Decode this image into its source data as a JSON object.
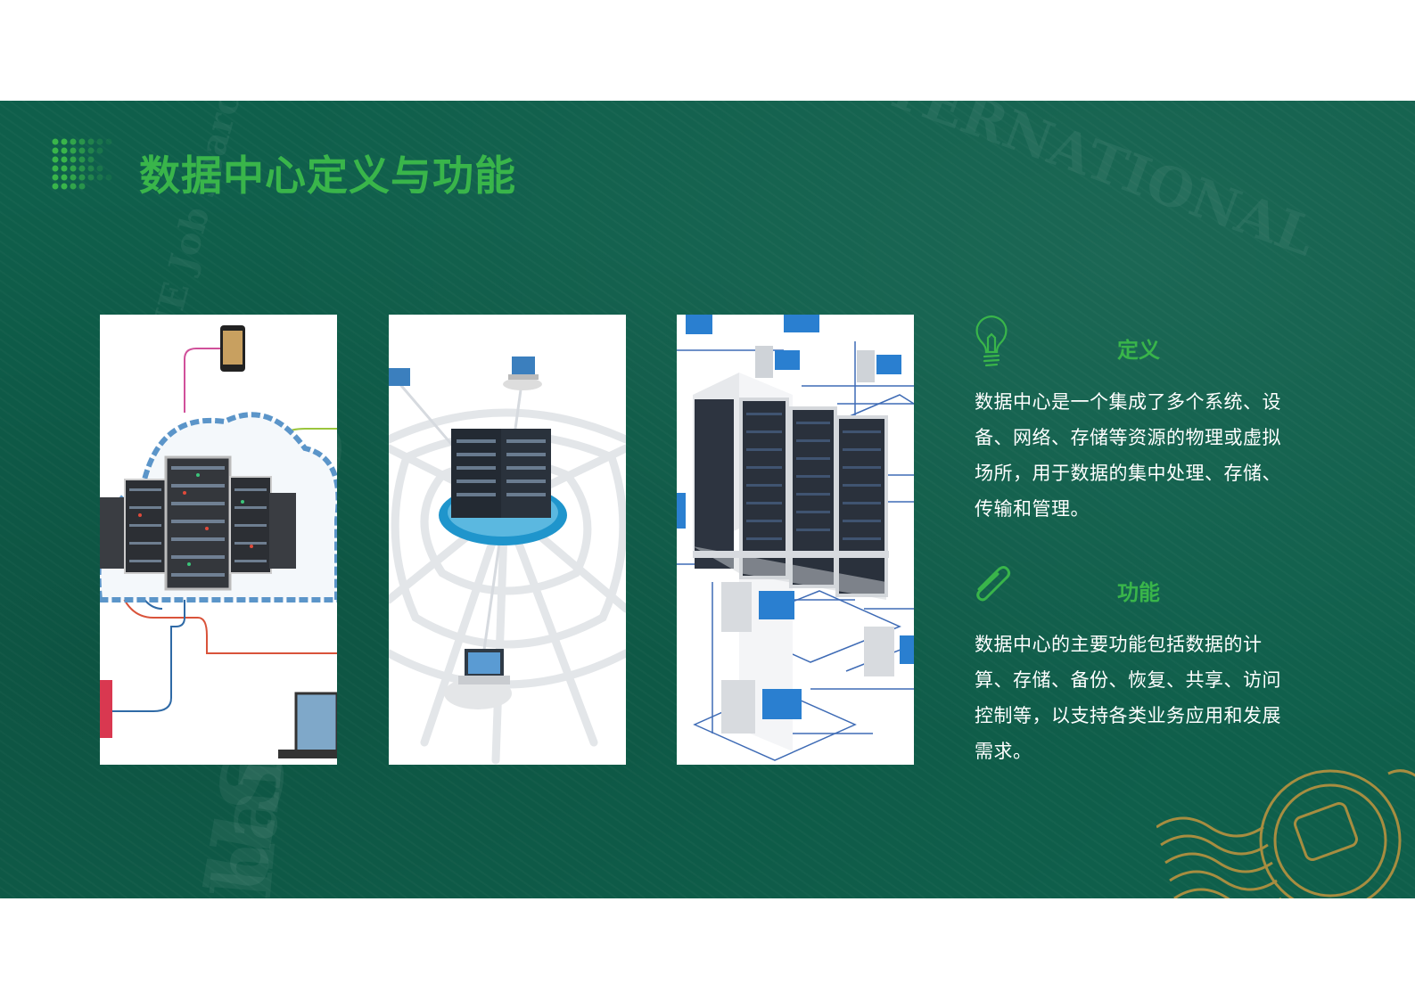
{
  "slide": {
    "title": "数据中心定义与功能",
    "colors": {
      "background": "#0f5f4b",
      "accent": "#39b54a",
      "text": "#ffffff"
    }
  },
  "images": [
    {
      "name": "cloud-servers-image"
    },
    {
      "name": "network-web-image"
    },
    {
      "name": "server-racks-image"
    }
  ],
  "definition": {
    "icon": "lightbulb-icon",
    "title": "定义",
    "body": "数据中心是一个集成了多个系统、设备、网络、存储等资源的物理或虚拟场所，用于数据的集中处理、存储、传输和管理。"
  },
  "function": {
    "icon": "paperclip-icon",
    "title": "功能",
    "body": "数据中心的主要功能包括数据的计算、存储、备份、恢复、共享、访问控制等，以支持各类业务应用和发展需求。"
  }
}
